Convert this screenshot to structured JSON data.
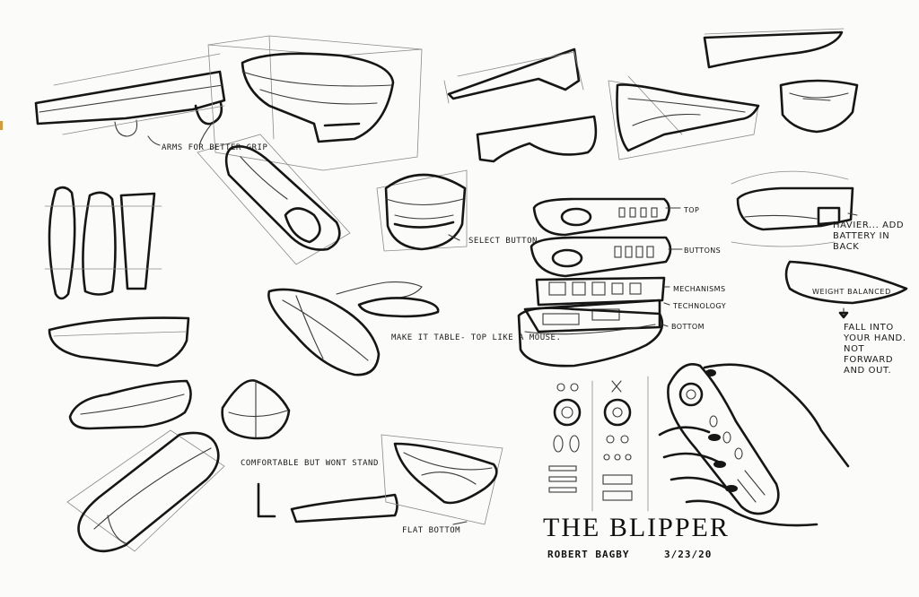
{
  "sheet": {
    "title": "THE BLIPPER",
    "author": "ROBERT BAGBY",
    "date": "3/23/20"
  },
  "annotations": {
    "arms": "ARMS FOR BETTER GRIP",
    "select": "SELECT BUTTON",
    "table_top": "MAKE IT TABLE- TOP LIKE A MOUSE.",
    "comfortable": "COMFORTABLE BUT WONT STAND",
    "flat_bottom": "FLAT BOTTOM",
    "heavier": "HAVIER... ADD BATTERY IN BACK",
    "weight": "WEIGHT BALANCED",
    "fall_into": "FALL INTO YOUR HAND. NOT FORWARD AND OUT."
  },
  "exploded_labels": {
    "top": "TOP",
    "buttons": "BUTTONS",
    "mechanisms": "MECHANISMS",
    "technology": "TECHNOLOGY",
    "bottom": "BOTTOM"
  }
}
